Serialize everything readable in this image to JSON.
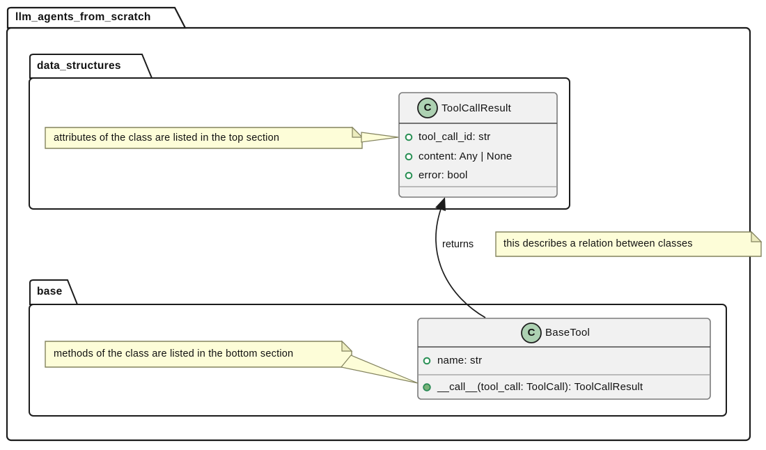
{
  "packages": {
    "root_label": "llm_agents_from_scratch",
    "data_structures_label": "data_structures",
    "base_label": "base"
  },
  "classes": {
    "tool_call_result": {
      "badge": "C",
      "name": "ToolCallResult",
      "attributes": [
        "tool_call_id: str",
        "content: Any | None",
        "error: bool"
      ],
      "methods": []
    },
    "base_tool": {
      "badge": "C",
      "name": "BaseTool",
      "attributes": [
        "name: str"
      ],
      "methods": [
        "__call__(tool_call: ToolCall): ToolCallResult"
      ]
    }
  },
  "notes": {
    "attributes_note": "attributes of the class are listed in the top section",
    "methods_note": "methods of the class are listed in the bottom section",
    "relation_note": "this describes a relation between classes"
  },
  "relation": {
    "label": "returns",
    "from": "BaseTool",
    "to": "ToolCallResult"
  },
  "colors": {
    "class_badge_bg": "#ADD1B2",
    "class_bg": "#F1F1F1",
    "class_border": "#7A7A7A",
    "note_bg": "#FDFDD8",
    "note_border": "#83835E",
    "package_border": "#1C1C1C",
    "member_public_green": "#2A9055"
  }
}
